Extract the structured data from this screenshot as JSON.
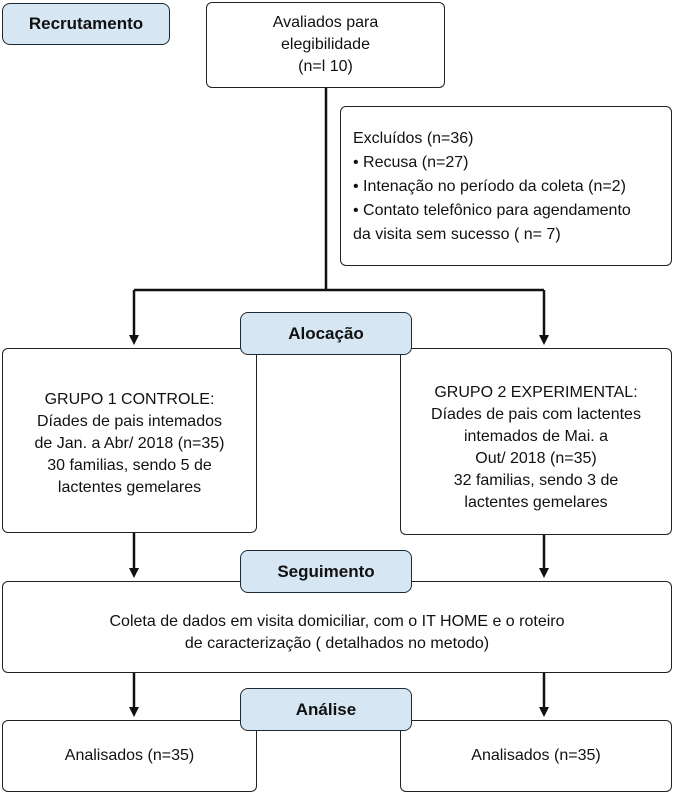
{
  "stages": {
    "recruitment": "Recrutamento",
    "allocation": "Alocação",
    "follow_up": "Seguimento",
    "analysis": "Análise"
  },
  "eligibility": {
    "lines": [
      "Avaliados para",
      "elegibilidade",
      "(n=l 10)"
    ]
  },
  "excluded": {
    "title": "Excluídos (n=36)",
    "items": [
      "• Recusa (n=27)",
      "• Intenação no período da coleta (n=2)",
      "• Contato telefônico para agendamento",
      "da visita sem sucesso ( n= 7)"
    ]
  },
  "group1": {
    "lines": [
      "GRUPO 1 CONTROLE:",
      "Díades de pais intemados",
      "de Jan. a Abr/ 2018 (n=35)",
      "30 familias, sendo 5 de",
      "lactentes gemelares"
    ]
  },
  "group2": {
    "lines": [
      "GRUPO 2 EXPERIMENTAL:",
      "Díades de pais com lactentes",
      "intemados de Mai. a",
      "Out/ 2018 (n=35)",
      "32 familias, sendo 3 de",
      "lactentes gemelares"
    ]
  },
  "data_collection": {
    "lines": [
      "Coleta de dados em visita domiciliar, com o IT HOME e o roteiro",
      "de caracterização ( detalhados no metodo)"
    ]
  },
  "analysis_left": "Analisados (n=35)",
  "analysis_right": "Analisados (n=35)",
  "colors": {
    "stage_fill": "#d6e6f2",
    "border": "#222222"
  }
}
